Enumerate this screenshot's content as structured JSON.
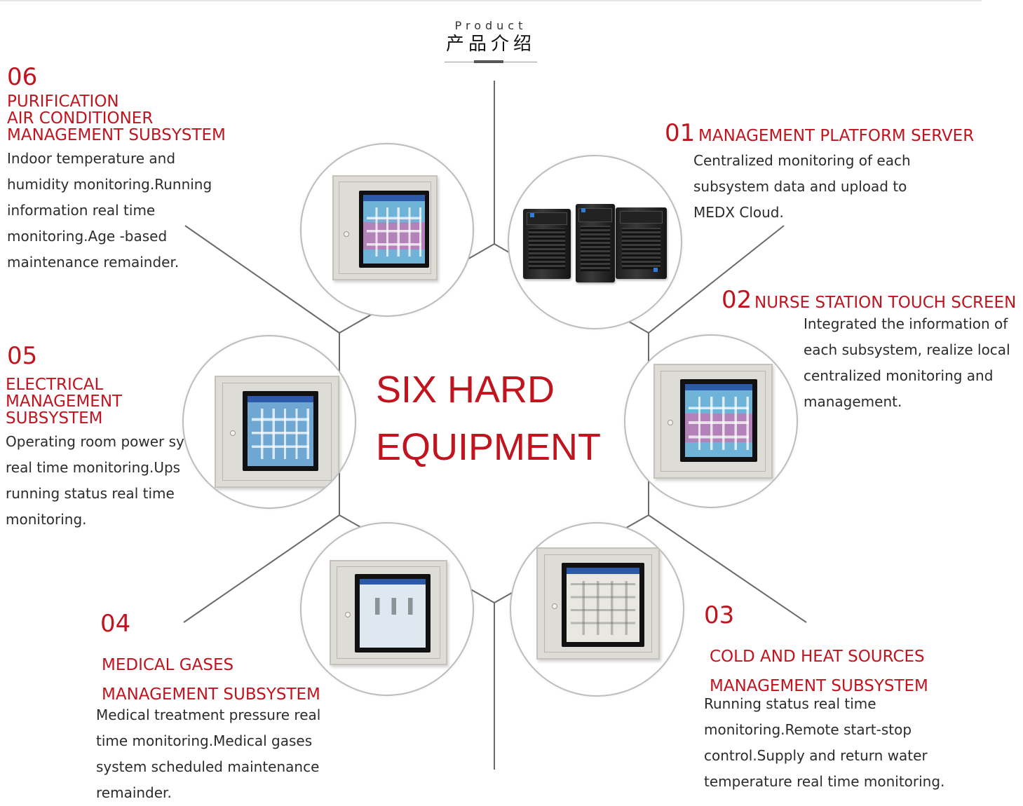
{
  "header": {
    "en": "Product",
    "cn": "产品介绍"
  },
  "center": {
    "line1": "SIX HARD",
    "line2": "EQUIPMENT"
  },
  "colors": {
    "accent": "#c0141f",
    "line": "#666666",
    "text": "#2b2b2b"
  },
  "items": [
    {
      "number": "01",
      "title": [
        "MANAGEMENT PLATFORM SERVER"
      ],
      "desc": [
        "Centralized monitoring of each",
        "subsystem data and upload to",
        "MEDX Cloud."
      ],
      "image": "server-towers"
    },
    {
      "number": "02",
      "title": [
        "NURSE STATION TOUCH SCREEN"
      ],
      "desc": [
        "Integrated the information of",
        "each subsystem, realize local",
        "centralized monitoring and",
        "management."
      ],
      "image": "touch-screen-panel"
    },
    {
      "number": "03",
      "title": [
        "COLD AND HEAT SOURCES",
        "MANAGEMENT SUBSYSTEM"
      ],
      "desc": [
        "Running status real time",
        "monitoring.Remote start-stop",
        "control.Supply and return water",
        "temperature real time monitoring."
      ],
      "image": "touch-screen-panel"
    },
    {
      "number": "04",
      "title": [
        "MEDICAL GASES",
        "MANAGEMENT SUBSYSTEM"
      ],
      "desc": [
        "Medical treatment pressure real",
        "time monitoring.Medical gases",
        "system scheduled maintenance",
        "remainder."
      ],
      "image": "touch-screen-panel"
    },
    {
      "number": "05",
      "title": [
        "ELECTRICAL",
        "MANAGEMENT",
        "SUBSYSTEM"
      ],
      "desc": [
        "Operating room power sy",
        "real time monitoring.Ups",
        "running status real time",
        "monitoring."
      ],
      "image": "touch-screen-panel"
    },
    {
      "number": "06",
      "title": [
        "PURIFICATION",
        "AIR CONDITIONER",
        "MANAGEMENT SUBSYSTEM"
      ],
      "desc": [
        "Indoor temperature and",
        "humidity monitoring.Running",
        "information real time",
        "monitoring.Age -based",
        "maintenance remainder."
      ],
      "image": "touch-screen-panel"
    }
  ]
}
